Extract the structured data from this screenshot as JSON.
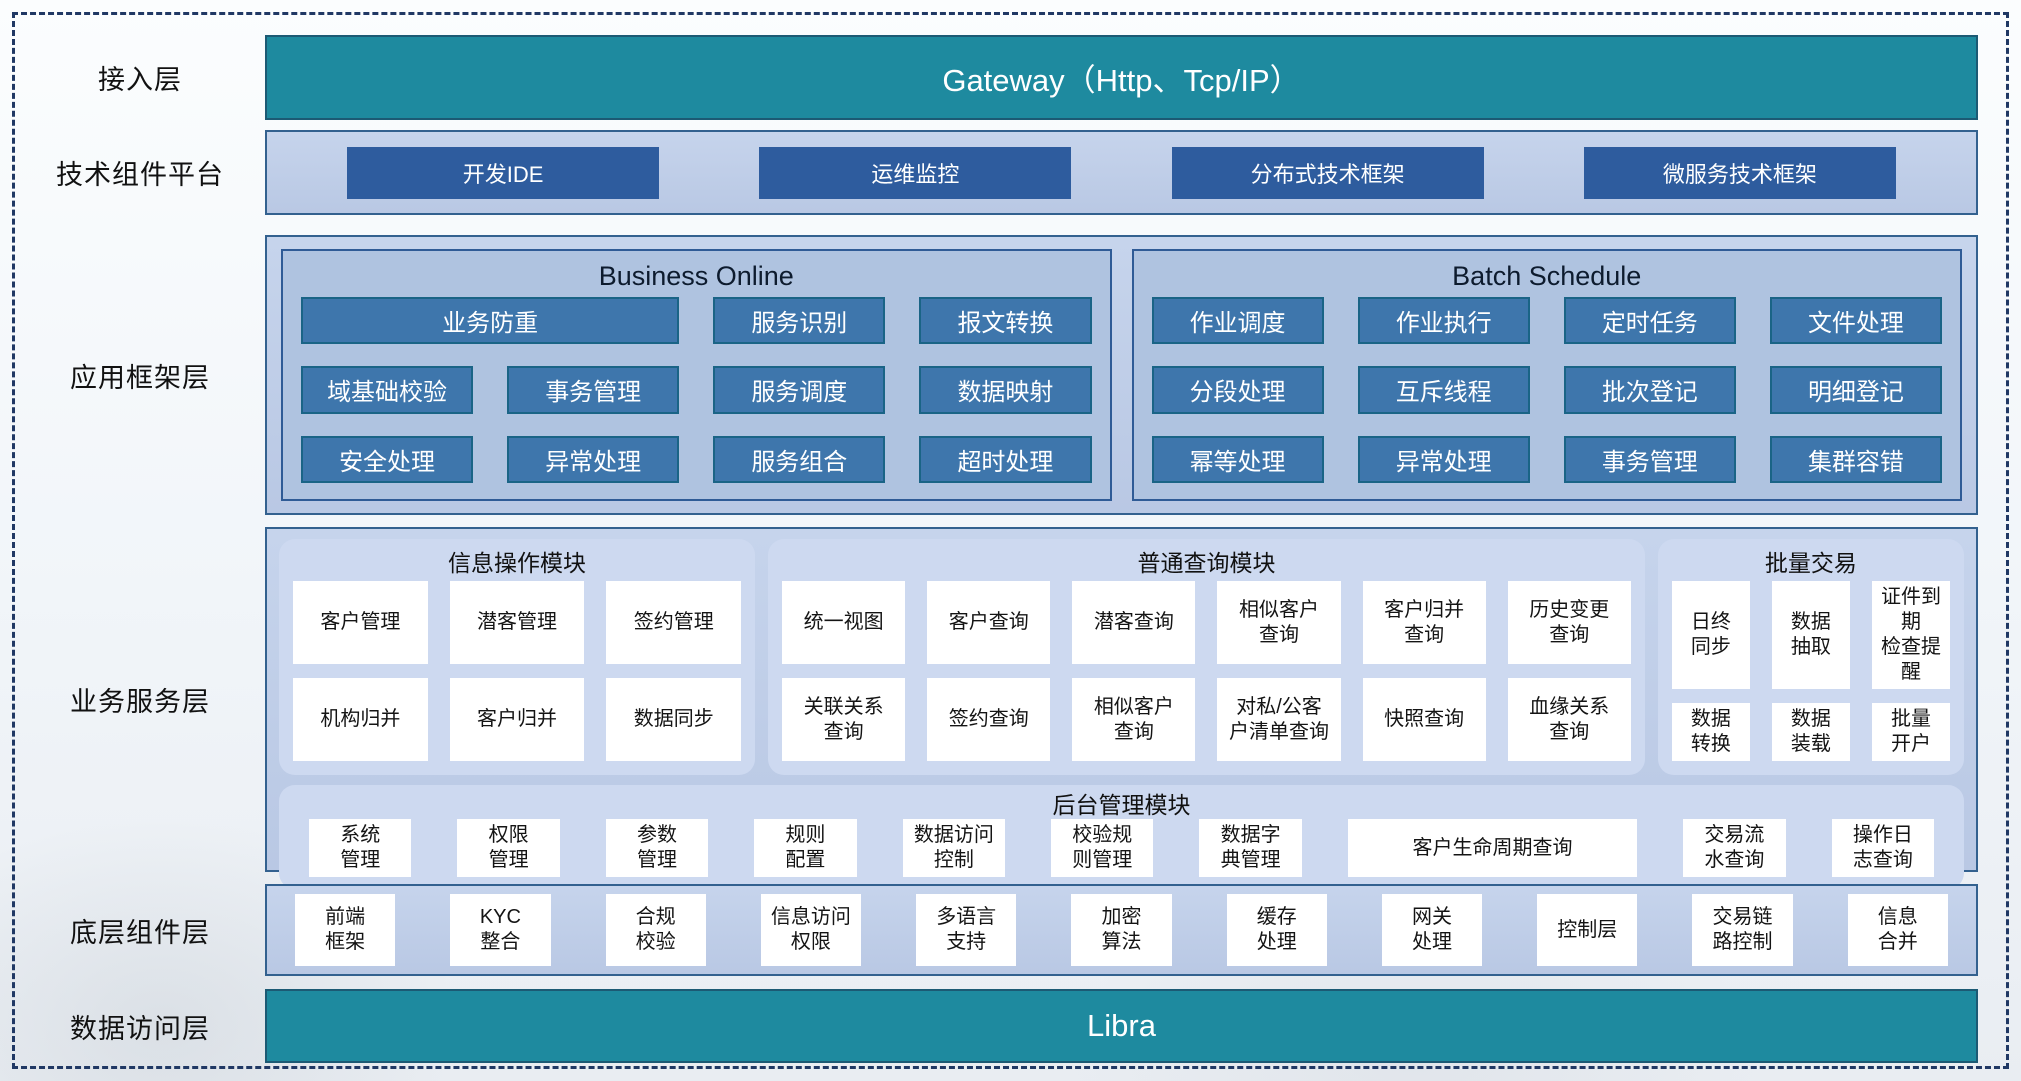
{
  "access": {
    "label": "接入层",
    "gateway": "Gateway（Http、Tcp/IP）"
  },
  "tech": {
    "label": "技术组件平台",
    "items": [
      "开发IDE",
      "运维监控",
      "分布式技术框架",
      "微服务技术框架"
    ]
  },
  "appfw": {
    "label": "应用框架层",
    "panels": [
      {
        "title": "Business Online",
        "rows": [
          [
            {
              "label": "业务防重",
              "span": 2
            },
            {
              "label": "服务识别"
            },
            {
              "label": "报文转换"
            }
          ],
          [
            {
              "label": "域基础校验"
            },
            {
              "label": "事务管理"
            },
            {
              "label": "服务调度"
            },
            {
              "label": "数据映射"
            }
          ],
          [
            {
              "label": "安全处理"
            },
            {
              "label": "异常处理"
            },
            {
              "label": "服务组合"
            },
            {
              "label": "超时处理"
            }
          ]
        ]
      },
      {
        "title": "Batch Schedule",
        "rows": [
          [
            {
              "label": "作业调度"
            },
            {
              "label": "作业执行"
            },
            {
              "label": "定时任务"
            },
            {
              "label": "文件处理"
            }
          ],
          [
            {
              "label": "分段处理"
            },
            {
              "label": "互斥线程"
            },
            {
              "label": "批次登记"
            },
            {
              "label": "明细登记"
            }
          ],
          [
            {
              "label": "幂等处理"
            },
            {
              "label": "异常处理"
            },
            {
              "label": "事务管理"
            },
            {
              "label": "集群容错"
            }
          ]
        ]
      }
    ]
  },
  "biz": {
    "label": "业务服务层",
    "modules": [
      {
        "title": "信息操作模块",
        "cols": 3,
        "items": [
          "客户管理",
          "潜客管理",
          "签约管理",
          "机构归并",
          "客户归并",
          "数据同步"
        ]
      },
      {
        "title": "普通查询模块",
        "cols": 6,
        "items": [
          "统一视图",
          "客户查询",
          "潜客查询",
          "相似客户\n查询",
          "客户归并\n查询",
          "历史变更\n查询",
          "关联关系\n查询",
          "签约查询",
          "相似客户\n查询",
          "对私/公客\n户清单查询",
          "快照查询",
          "血缘关系\n查询"
        ]
      },
      {
        "title": "批量交易",
        "cols": 3,
        "items": [
          "日终\n同步",
          "数据\n抽取",
          "证件到期\n检查提醒",
          "数据\n转换",
          "数据\n装载",
          "批量\n开户"
        ]
      }
    ],
    "admin": {
      "title": "后台管理模块",
      "items": [
        "系统\n管理",
        "权限\n管理",
        "参数\n管理",
        "规则\n配置",
        "数据访问\n控制",
        "校验规\n则管理",
        "数据字\n典管理",
        "客户生命周期查询",
        "交易流\n水查询",
        "操作日\n志查询"
      ]
    }
  },
  "bottom": {
    "label": "底层组件层",
    "items": [
      "前端\n框架",
      "KYC\n整合",
      "合规\n校验",
      "信息访问\n权限",
      "多语言\n支持",
      "加密\n算法",
      "缓存\n处理",
      "网关\n处理",
      "控制层",
      "交易链\n路控制",
      "信息\n合并"
    ]
  },
  "dataaccess": {
    "label": "数据访问层",
    "bar": "Libra"
  },
  "colors": {
    "teal": "#1E8A9F",
    "navy_button": "#2E5C9E",
    "steel_button": "#3E76AC",
    "steel_border": "#1A6486",
    "container_bg": "#B9C8E4",
    "container_border": "#33618F",
    "panel_bg": "#AFC3E0",
    "panel_border": "#2F5B96",
    "module_bg": "#CDD9F0",
    "box_bg": "#FFFFFF",
    "frame_border": "#203864",
    "text_dark": "#111111",
    "text_light": "#FFFFFF"
  }
}
